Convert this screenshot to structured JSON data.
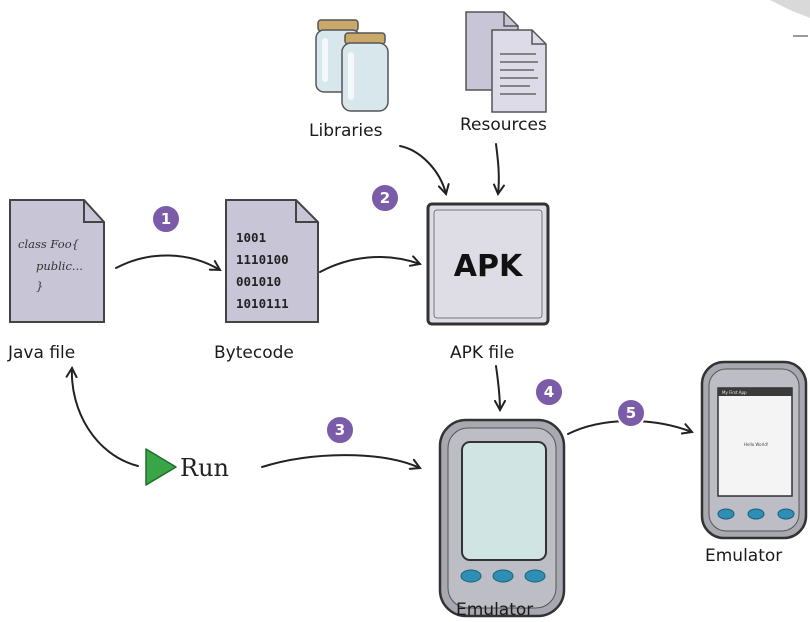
{
  "labels": {
    "libraries": "Libraries",
    "resources": "Resources",
    "java_file": "Java file",
    "bytecode": "Bytecode",
    "apk_file": "APK file",
    "emulator_main": "Emulator",
    "emulator_side": "Emulator",
    "run": "Run"
  },
  "java_code": [
    "class Foo{",
    "public...",
    "}"
  ],
  "bytecode_lines": [
    "1001",
    "1110100",
    "001010",
    "1010111"
  ],
  "apk_box_text": "APK",
  "steps": [
    "1",
    "2",
    "3",
    "4",
    "5"
  ],
  "app_screen": {
    "title": "My First App",
    "body": "Hello World!"
  },
  "colors": {
    "badge": "#7a5ca8",
    "document": "#c8c5d6",
    "device": "#a8a8b0",
    "screen": "#cfe4e3",
    "button": "#2e8fb5",
    "run_triangle": "#3aa546"
  }
}
